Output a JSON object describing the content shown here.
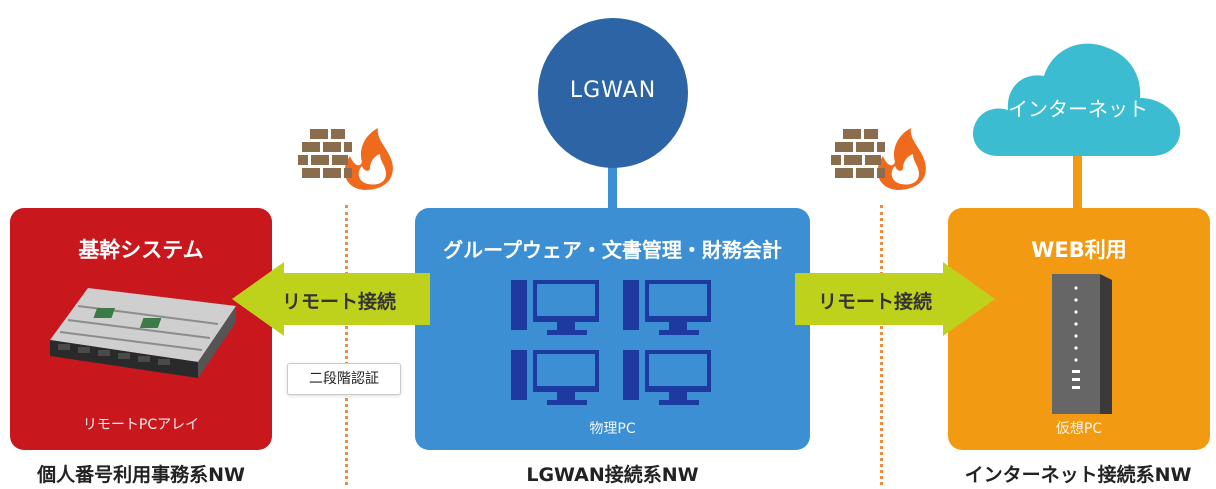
{
  "lgwan_circle": {
    "label": "LGWAN"
  },
  "cloud": {
    "label": "インターネット"
  },
  "left_box": {
    "title": "基幹システム",
    "sub": "リモートPCアレイ",
    "color": "#c8181e"
  },
  "center_box": {
    "title": "グループウェア・文書管理・財務会計",
    "sub": "物理PC",
    "color": "#3b8fd2"
  },
  "right_box": {
    "title": "WEB利用",
    "sub": "仮想PC",
    "color": "#f29a12"
  },
  "left_arrow": {
    "label": "リモート接続"
  },
  "right_arrow": {
    "label": "リモート接続"
  },
  "auth": {
    "label": "二段階認証"
  },
  "captions": {
    "left": "個人番号利用事務系NW",
    "center": "LGWAN接続系NW",
    "right": "インターネット接続系NW"
  },
  "icons": {
    "firewall_left": "firewall-icon",
    "firewall_right": "firewall-icon",
    "server": "rack-server-icon",
    "monitors": "desktop-monitor-icon",
    "tower": "tower-pc-icon",
    "cloud": "cloud-icon"
  }
}
